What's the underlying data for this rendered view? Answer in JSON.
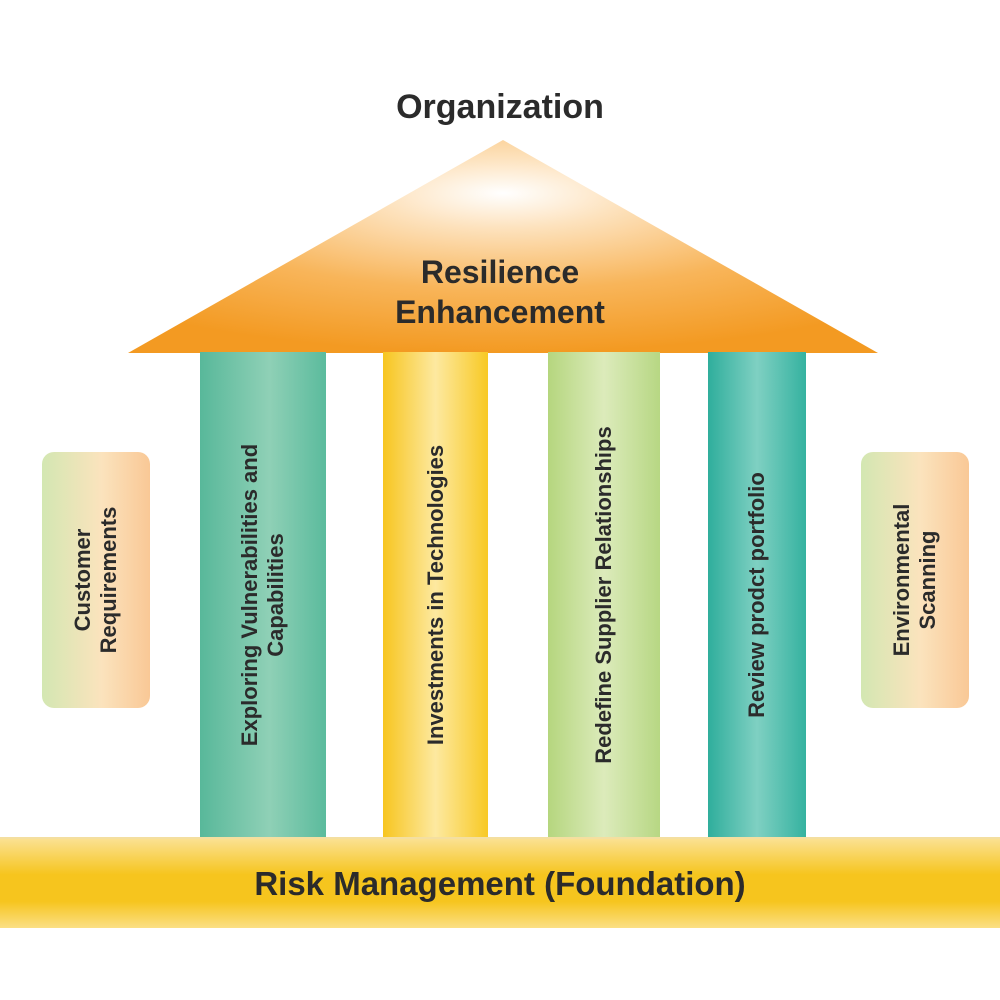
{
  "title": "Organization",
  "roof": {
    "line1": "Resilience",
    "line2": "Enhancement"
  },
  "pillars": [
    {
      "line1": "Exploring Vulnerabilities and",
      "line2": "Capabilities"
    },
    {
      "line1": "Investments in Technologies",
      "line2": ""
    },
    {
      "line1": "Redefine Supplier Relationships",
      "line2": ""
    },
    {
      "line1": "Review prodct portfolio",
      "line2": ""
    }
  ],
  "sides": {
    "left": {
      "line1": "Customer",
      "line2": "Requirements"
    },
    "right": {
      "line1": "Environmental",
      "line2": "Scanning"
    }
  },
  "foundation": "Risk Management (Foundation)",
  "colors": {
    "roof": "#f4a02a",
    "foundation": "#f6c51e",
    "text": "#2b2b2b"
  }
}
